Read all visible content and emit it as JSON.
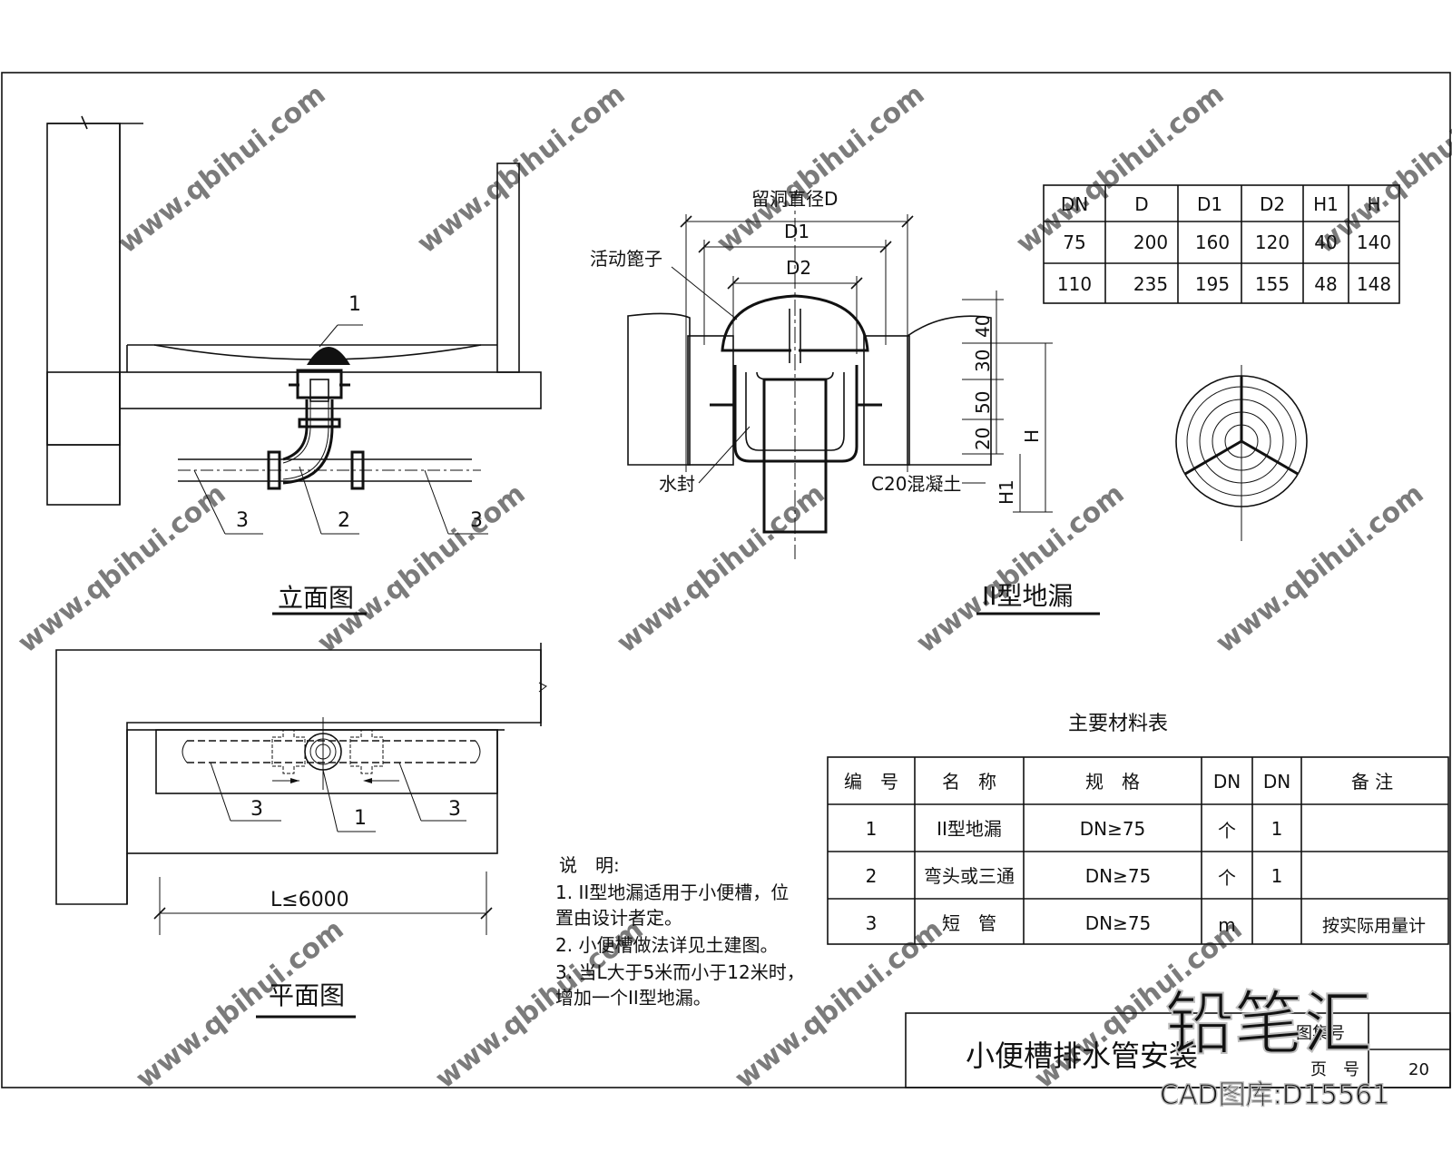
{
  "watermark": {
    "url": "www.qbihui.com",
    "logo_text": "铅笔汇",
    "cad_code": "CAD图库:D15561"
  },
  "elevation": {
    "title": "立面图",
    "callouts": [
      "1",
      "2",
      "3",
      "3"
    ]
  },
  "plan": {
    "title": "平面图",
    "callouts": [
      "3",
      "1",
      "3"
    ],
    "length_label": "L≤6000"
  },
  "drain": {
    "title": "II型地漏",
    "label_hole": "留洞直径D",
    "label_d1": "D1",
    "label_d2": "D2",
    "label_cover": "活动篦子",
    "label_seal": "水封",
    "label_concrete": "C20混凝土",
    "dims": [
      "40",
      "30",
      "50",
      "20"
    ],
    "dim_h": "H",
    "dim_h1": "H1"
  },
  "dim_table": {
    "headers": [
      "DN",
      "D",
      "D1",
      "D2",
      "H1",
      "H"
    ],
    "rows": [
      [
        "75",
        "200",
        "160",
        "120",
        "40",
        "140"
      ],
      [
        "110",
        "235",
        "195",
        "155",
        "48",
        "148"
      ]
    ]
  },
  "material_table": {
    "title": "主要材料表",
    "headers": [
      "编　号",
      "名　称",
      "规　格",
      "DN",
      "DN",
      "备 注"
    ],
    "rows": [
      [
        "1",
        "II型地漏",
        "DN≥75",
        "个",
        "1",
        ""
      ],
      [
        "2",
        "弯头或三通",
        "DN≥75",
        "个",
        "1",
        ""
      ],
      [
        "3",
        "短　管",
        "DN≥75",
        "m",
        "",
        "按实际用量计"
      ]
    ]
  },
  "notes": {
    "heading": "说　明:",
    "lines": [
      "1. II型地漏适用于小便槽，位",
      "置由设计者定。",
      "2. 小便槽做法详见土建图。",
      "3. 当L大于5米而小于12米时，",
      "增加一个II型地漏。"
    ]
  },
  "title_block": {
    "title": "小便槽排水管安装",
    "label_drawing_no": "图集号",
    "label_page": "页　号",
    "page_value": "20"
  }
}
